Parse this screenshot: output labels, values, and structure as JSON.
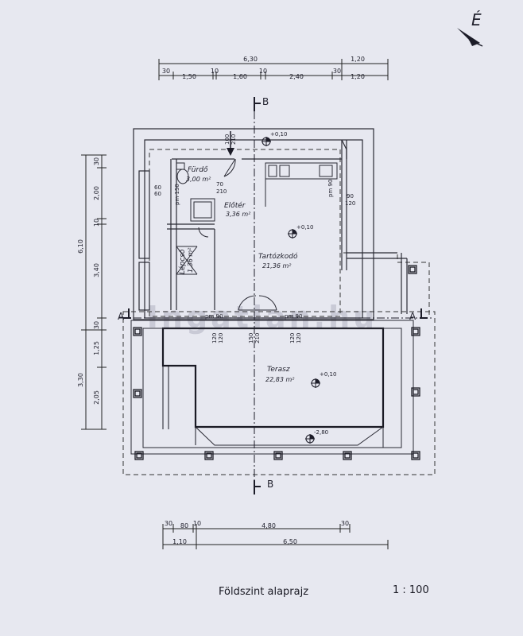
{
  "north_label": "É",
  "section_labels": {
    "b_top": "B",
    "b_bottom": "B",
    "a_left": "A",
    "a_right": "A"
  },
  "dimensions": {
    "top_total": "6,30",
    "top_total_right": "1,20",
    "top_chain": [
      "30",
      "1,50",
      "10",
      "1,60",
      "10",
      "2,40",
      "30",
      "1,20"
    ],
    "left_total_upper": "6,10",
    "left_chain_upper": [
      "30",
      "2,00",
      "10",
      "3,40",
      "30"
    ],
    "left_total_lower": "3,30",
    "left_chain_lower": [
      "1,25",
      "2,05"
    ],
    "bottom_chain": [
      "30",
      "80",
      "10",
      "4,80",
      "30"
    ],
    "bottom_total": [
      "1,10",
      "6,50"
    ]
  },
  "rooms": [
    {
      "name": "Fürdő",
      "area": "3,00 m²"
    },
    {
      "name": "Előtér",
      "area": "3,36 m²"
    },
    {
      "name": "Tartózkodó",
      "area": "21,36 m²"
    },
    {
      "name": "Lépcső",
      "area": "1,36 m²"
    },
    {
      "name": "Terasz",
      "area": "22,83 m²"
    }
  ],
  "levels": [
    "+0,10",
    "+0,10",
    "+0,10",
    "-2,80"
  ],
  "openings": {
    "door_top": [
      "100",
      "210"
    ],
    "bath_door": [
      "70",
      "210"
    ],
    "bath_window": [
      "60",
      "60"
    ],
    "bath_pm": "pm 150",
    "kitchen_window": [
      "90",
      "120"
    ],
    "kitchen_pm": "pm 90",
    "terrace_pm_left": "pm 90",
    "terrace_pm_right": "pm 90",
    "terrace_left_h": [
      "120",
      "120"
    ],
    "terrace_door": [
      "150",
      "210"
    ],
    "terrace_right_h": [
      "120",
      "120"
    ]
  },
  "watermark": "Ingatlan.hu",
  "caption": {
    "title": "Földszint alaprajz",
    "scale": "1 : 100"
  }
}
